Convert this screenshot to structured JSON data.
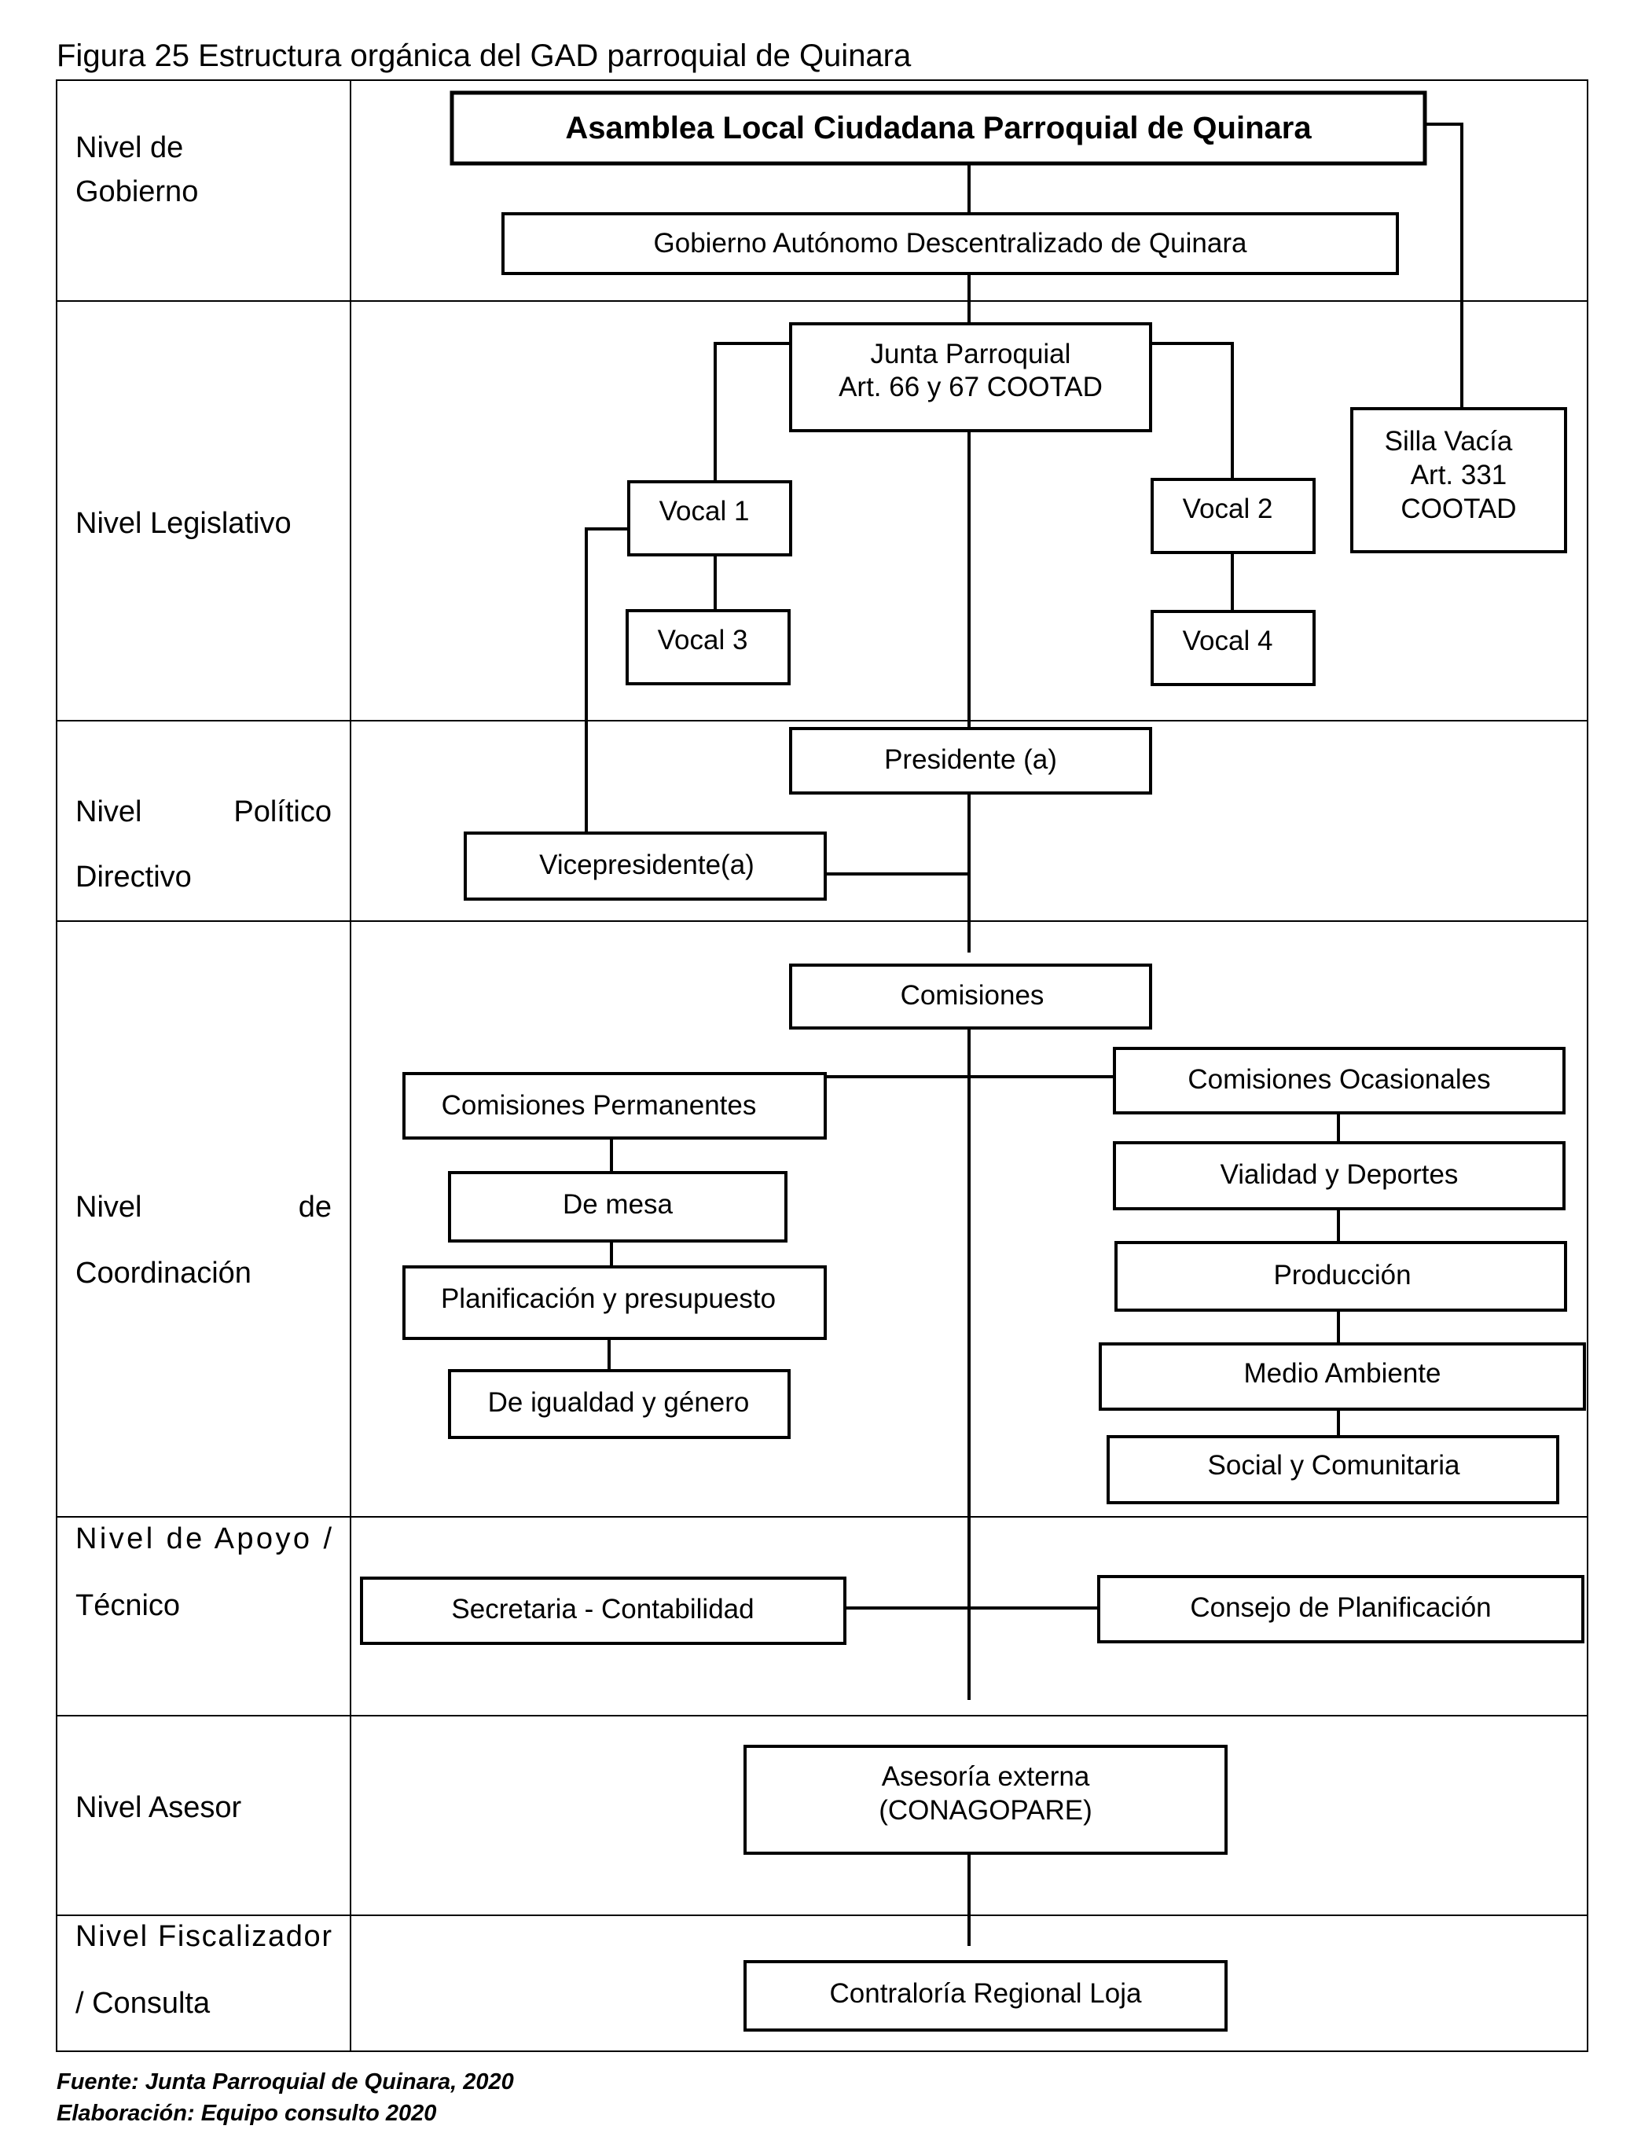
{
  "caption": "Figura 25  Estructura orgánica del GAD parroquial de Quinara",
  "levels": {
    "gobierno": [
      "Nivel de",
      "Gobierno"
    ],
    "legislativo": [
      "Nivel Legislativo"
    ],
    "politico": [
      "Nivel",
      "Político",
      "Directivo"
    ],
    "coordinacion": [
      "Nivel",
      "de",
      "Coordinación"
    ],
    "apoyo": [
      "Nivel de Apoyo /",
      "Técnico"
    ],
    "asesor": [
      "Nivel Asesor"
    ],
    "fiscalizador": [
      "Nivel Fiscalizador",
      "/ Consulta"
    ]
  },
  "boxes": {
    "asamblea": "Asamblea Local Ciudadana Parroquial de Quinara",
    "gad": "Gobierno Autónomo Descentralizado de Quinara",
    "junta": [
      "Junta Parroquial",
      "Art. 66 y 67 COOTAD"
    ],
    "silla": [
      "Silla Vacía",
      "Art. 331",
      "COOTAD"
    ],
    "vocal1": "Vocal 1",
    "vocal2": "Vocal 2",
    "vocal3": "Vocal 3",
    "vocal4": "Vocal 4",
    "presidente": "Presidente (a)",
    "vicepresidente": "Vicepresidente(a)",
    "comisiones": "Comisiones",
    "permanentes": "Comisiones Permanentes",
    "ocasionales": "Comisiones Ocasionales",
    "de_mesa": "De mesa",
    "planificacion": "Planificación y presupuesto",
    "igualdad": "De igualdad  y  género",
    "vialidad": "Vialidad y Deportes",
    "produccion": "Producción",
    "medio_ambiente": "Medio Ambiente",
    "social": "Social y Comunitaria",
    "secretaria": "Secretaria - Contabilidad",
    "consejo": "Consejo de Planificación",
    "asesoria": [
      "Asesoría externa",
      "(CONAGOPARE)"
    ],
    "contraloria": "Contraloría Regional Loja"
  },
  "source": {
    "fuente": "Fuente: Junta Parroquial de Quinara, 2020",
    "elaboracion": "Elaboración: Equipo consulto 2020"
  }
}
